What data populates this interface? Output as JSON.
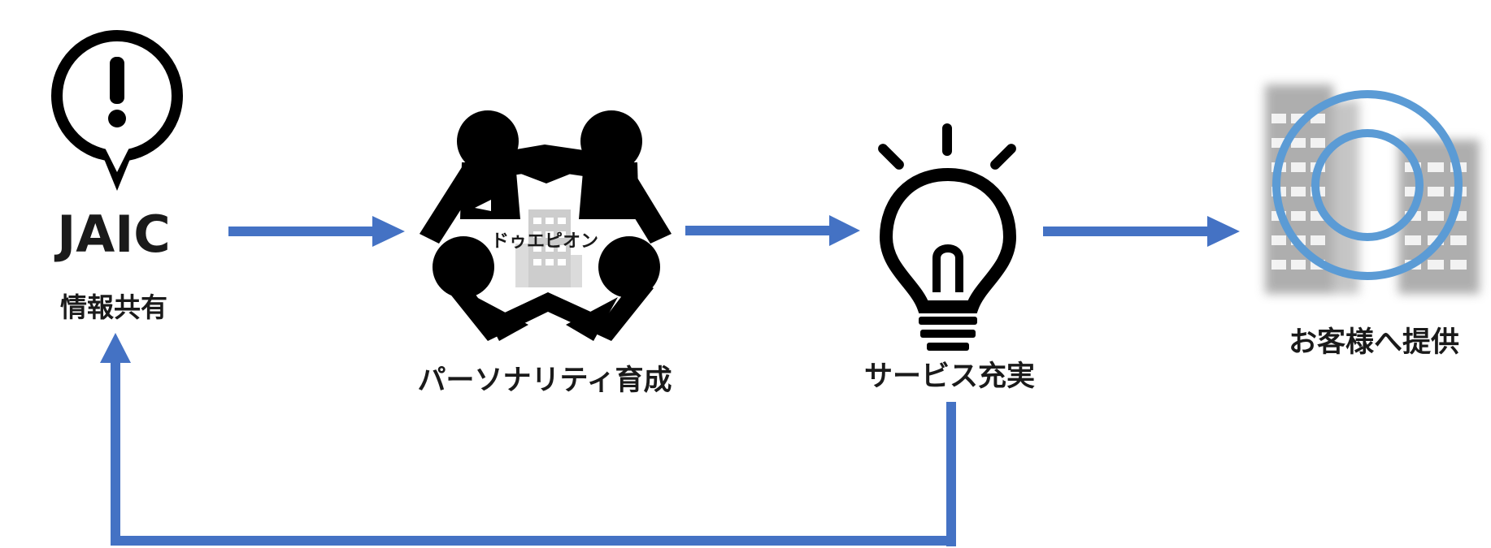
{
  "nodes": {
    "share": {
      "icon_name": "exclamation-speech-bubble-icon",
      "brand": "JAIC",
      "label": "情報共有"
    },
    "train": {
      "icon_name": "people-circle-icon",
      "company": "ドゥエピオン",
      "label": "パーソナリティ育成"
    },
    "service": {
      "icon_name": "lightbulb-icon",
      "label": "サービス充実"
    },
    "client": {
      "icon_name": "buildings-target-icon",
      "label": "お客様へ提供"
    }
  },
  "colors": {
    "arrow": "#4472C4",
    "icon": "#000000",
    "label": "#1a1a1a",
    "building": "#A6A6A6",
    "target_ring": "#5B9BD5"
  }
}
